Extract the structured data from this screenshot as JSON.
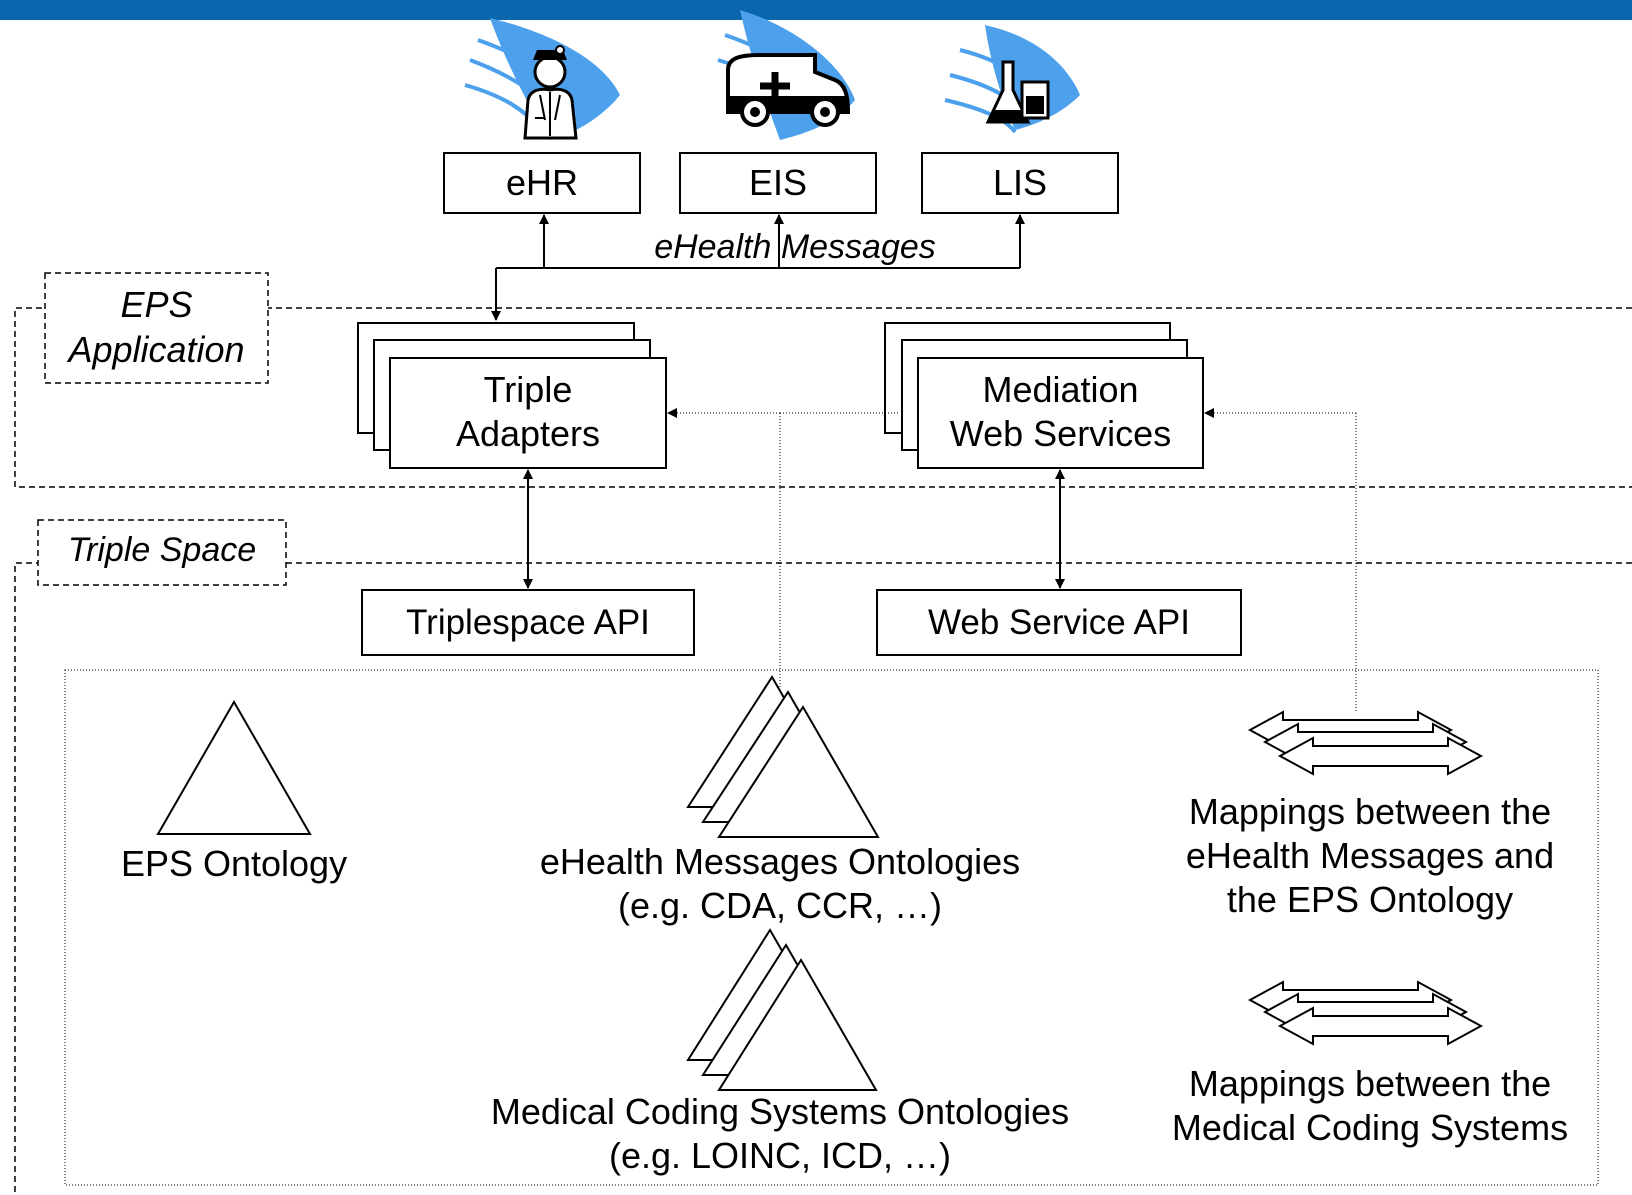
{
  "systems": {
    "ehr": "eHR",
    "eis": "EIS",
    "lis": "LIS",
    "messages_label": "eHealth Messages"
  },
  "eps_application": {
    "label_line1": "EPS",
    "label_line2": "Application",
    "triple_adapters_line1": "Triple",
    "triple_adapters_line2": "Adapters",
    "mediation_line1": "Mediation",
    "mediation_line2": "Web Services"
  },
  "triple_space": {
    "label": "Triple Space",
    "triplespace_api": "Triplespace API",
    "web_service_api": "Web Service API"
  },
  "ontologies": {
    "eps_ontology": "EPS Ontology",
    "ehealth_line1": "eHealth Messages Ontologies",
    "ehealth_line2": "(e.g. CDA, CCR, …)",
    "medical_line1": "Medical Coding Systems Ontologies",
    "medical_line2": "(e.g. LOINC, ICD, …)",
    "mapping1_line1": "Mappings between the",
    "mapping1_line2": "eHealth Messages and",
    "mapping1_line3": "the EPS Ontology",
    "mapping2_line1": "Mappings between the",
    "mapping2_line2": "Medical Coding Systems"
  },
  "colors": {
    "header_bar": "#0a66ad",
    "icon_swoosh": "#4da0ec"
  },
  "icons": [
    "doctor-icon",
    "ambulance-icon",
    "lab-flask-icon"
  ]
}
